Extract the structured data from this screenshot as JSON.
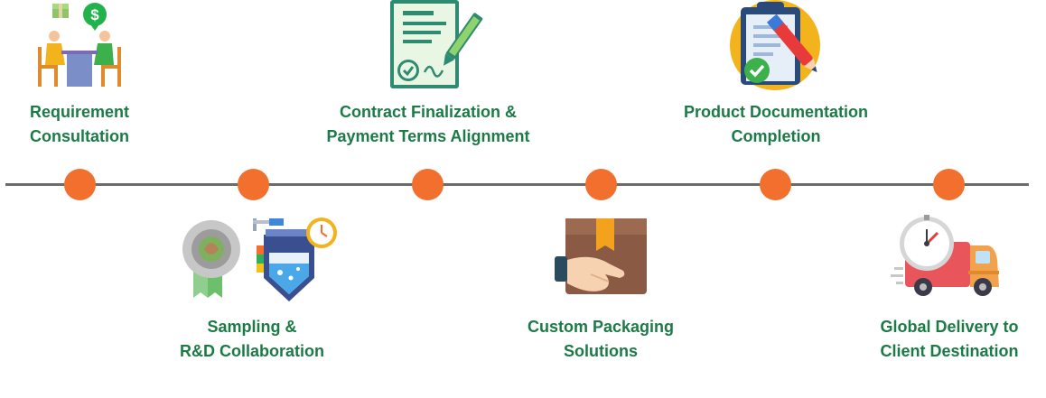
{
  "colors": {
    "label": "#1b7a45",
    "dot": "#f36f2e",
    "line": "#6b6b6b"
  },
  "steps": [
    {
      "line1": "Requirement",
      "line2": "Consultation",
      "icon": "consultation-icon"
    },
    {
      "line1": "Sampling &",
      "line2": "R&D Collaboration",
      "icon": "sampling-rd-icon"
    },
    {
      "line1": "Contract Finalization &",
      "line2": "Payment Terms Alignment",
      "icon": "contract-icon"
    },
    {
      "line1": "Custom Packaging",
      "line2": "Solutions",
      "icon": "packaging-icon"
    },
    {
      "line1": "Product Documentation",
      "line2": "Completion",
      "icon": "documentation-icon"
    },
    {
      "line1": "Global Delivery to",
      "line2": "Client Destination",
      "icon": "delivery-icon"
    }
  ]
}
